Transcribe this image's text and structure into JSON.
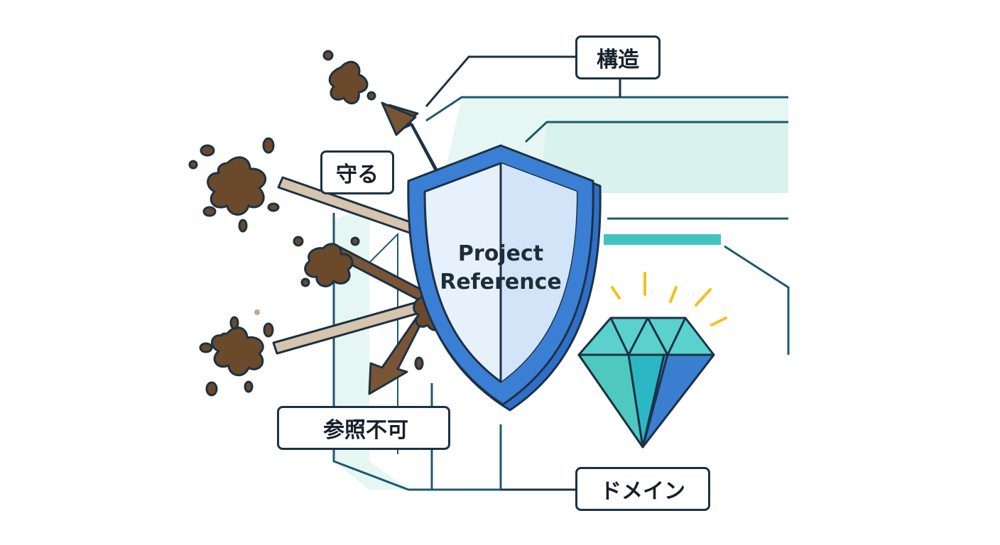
{
  "labels": {
    "structure": "構造",
    "protect": "守る",
    "no_reference": "参照不可",
    "domain": "ドメイン"
  },
  "shield": {
    "line1": "Project",
    "line2": "Reference"
  },
  "icons": {
    "no_reference_icon": "prohibited-icon"
  },
  "colors": {
    "outline": "#1c3245",
    "shield_blue": "#3b7fd4",
    "shield_fill": "#e6f1fb",
    "panel_fill": "#e6f6f3",
    "layer_line": "#1f5a6e",
    "mud": "#6b4a2b",
    "diamond": "#2bb8c4",
    "sparkle": "#f2c21b"
  }
}
